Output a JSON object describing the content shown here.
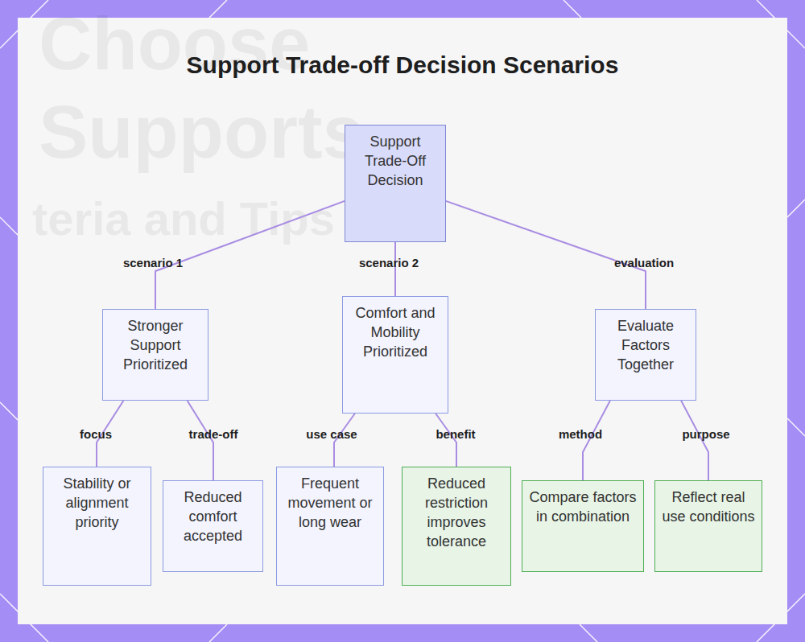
{
  "diagram": {
    "title": "Support Trade-off Decision Scenarios",
    "nodes": [
      {
        "text": [
          "Support Trade-Off Decision"
        ]
      },
      {
        "text": [
          "Stronger Support Prioritized"
        ]
      },
      {
        "text": [
          "Comfort and Mobility Prioritized"
        ]
      },
      {
        "text": [
          "Evaluate Factors Together"
        ]
      },
      {
        "text": [
          "Stability or alignment priority"
        ]
      },
      {
        "text": [
          "Reduced comfort accepted"
        ]
      },
      {
        "text": [
          "Frequent movement or long wear"
        ]
      },
      {
        "text": [
          "Reduced restriction improves tolerance"
        ]
      },
      {
        "text": [
          "Compare factors in combination"
        ]
      },
      {
        "text": [
          "Reflect real use conditions"
        ]
      }
    ],
    "edges": [
      {
        "from": 0,
        "to": 1,
        "label": "scenario 1",
        "arrow": "none"
      },
      {
        "from": 0,
        "to": 2,
        "label": "scenario 2",
        "arrow": "none"
      },
      {
        "from": 0,
        "to": 3,
        "label": "evaluation",
        "arrow": "none"
      },
      {
        "from": 1,
        "to": 4,
        "label": "focus",
        "arrow": "none"
      },
      {
        "from": 1,
        "to": 5,
        "label": "trade-off",
        "arrow": "none"
      },
      {
        "from": 2,
        "to": 6,
        "label": "use case",
        "arrow": "none"
      },
      {
        "from": 2,
        "to": 7,
        "label": "benefit",
        "arrow": "none"
      },
      {
        "from": 3,
        "to": 8,
        "label": "method",
        "arrow": "none"
      },
      {
        "from": 3,
        "to": 9,
        "label": "purpose",
        "arrow": "none"
      }
    ],
    "labels": [
      "Choose",
      "Supports",
      "teria and Tips"
    ]
  }
}
